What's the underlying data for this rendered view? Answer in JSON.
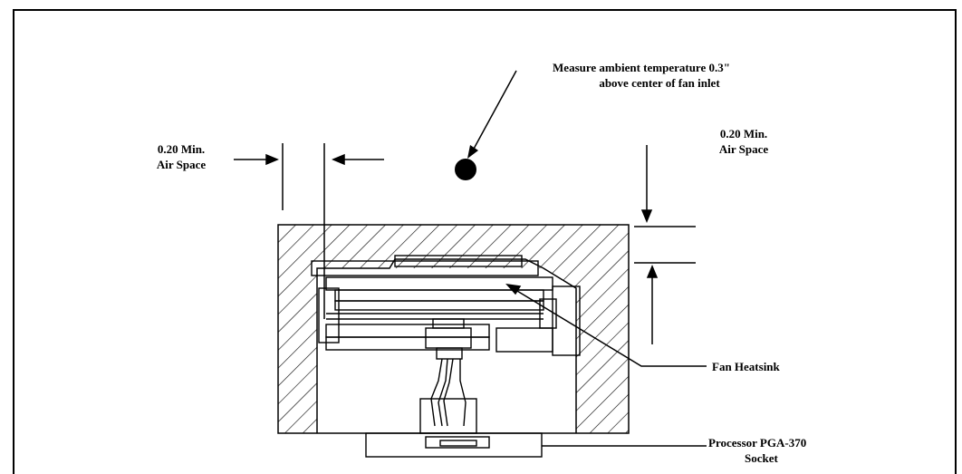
{
  "labels": {
    "measure_line1": "Measure ambient temperature 0.3\"",
    "measure_line2": "above center of fan inlet",
    "left_space_line1": "0.20 Min.",
    "left_space_line2": "Air Space",
    "right_space_line1": "0.20 Min.",
    "right_space_line2": "Air Space",
    "fan_heatsink": "Fan Heatsink",
    "processor_line1": "Processor PGA-370",
    "processor_line2": "Socket"
  }
}
